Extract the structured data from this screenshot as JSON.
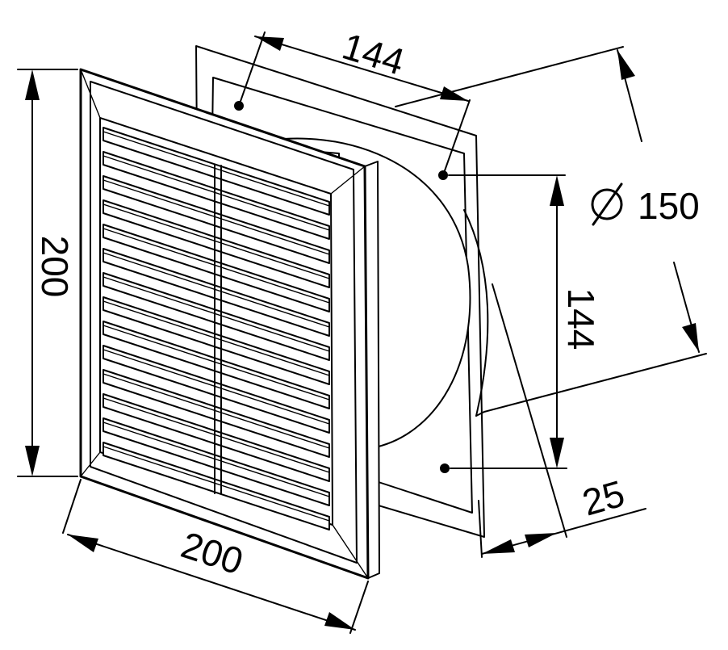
{
  "dimensions": {
    "grille_height": "200",
    "grille_width": "200",
    "hole_spacing_horizontal": "144",
    "hole_spacing_vertical": "144",
    "duct_diameter_symbol": "∅",
    "duct_diameter": "150",
    "depth": "25"
  },
  "louvers": {
    "count": 14
  }
}
